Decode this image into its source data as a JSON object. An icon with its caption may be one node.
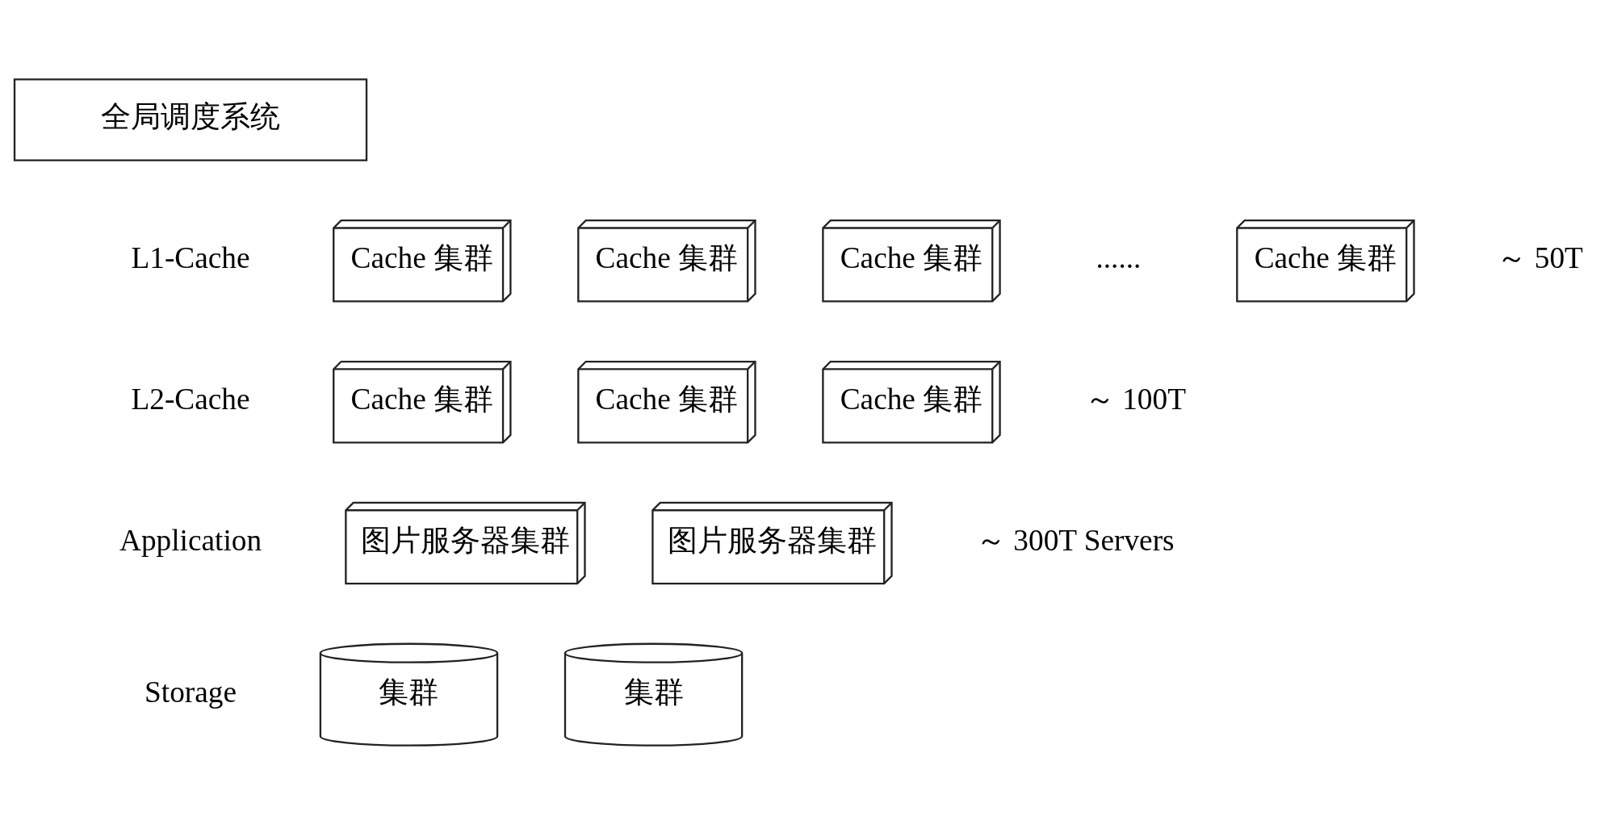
{
  "diagram": {
    "nodes": [
      {
        "text": [
          "全局调度系统"
        ]
      },
      {
        "text": [
          "Cache 集群"
        ]
      },
      {
        "text": [
          "Cache 集群"
        ]
      },
      {
        "text": [
          "Cache 集群"
        ]
      },
      {
        "text": [
          "Cache 集群"
        ]
      },
      {
        "text": [
          "Cache 集群"
        ]
      },
      {
        "text": [
          "Cache 集群"
        ]
      },
      {
        "text": [
          "Cache 集群"
        ]
      },
      {
        "text": [
          "图片服务器集群"
        ]
      },
      {
        "text": [
          "图片服务器集群"
        ]
      },
      {
        "text": [
          "集群"
        ]
      },
      {
        "text": [
          "集群"
        ]
      }
    ],
    "edges": [],
    "labels": [
      "L1-Cache",
      "......",
      "～ 50T",
      "L2-Cache",
      "～ 100T",
      "Application",
      "～ 300T Servers",
      "Storage"
    ]
  }
}
